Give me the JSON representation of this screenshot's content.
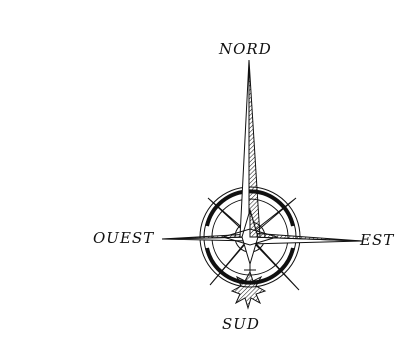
{
  "compass": {
    "north": "NORD",
    "south": "SUD",
    "west": "OUEST",
    "east": "EST"
  },
  "colors": {
    "ink": "#111111",
    "background": "#ffffff"
  }
}
